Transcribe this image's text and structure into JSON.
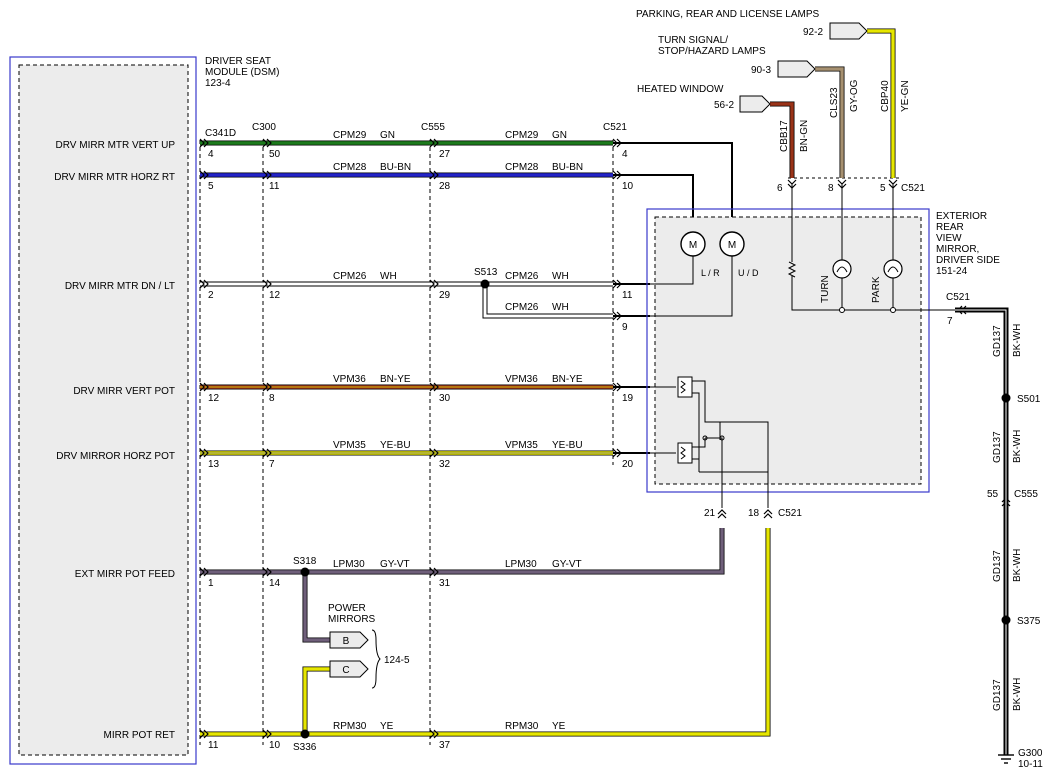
{
  "dsm": {
    "title_line1": "DRIVER SEAT",
    "title_line2": "MODULE (DSM)",
    "ref": "123-4",
    "pins": [
      {
        "label": "DRV MIRR MTR VERT UP",
        "c341d_pin": "4",
        "c300_pin": "50"
      },
      {
        "label": "DRV MIRR MTR HORZ RT",
        "c341d_pin": "5",
        "c300_pin": "11"
      },
      {
        "label": "DRV MIRR MTR DN / LT",
        "c341d_pin": "2",
        "c300_pin": "12"
      },
      {
        "label": "DRV MIRR VERT POT",
        "c341d_pin": "12",
        "c300_pin": "8"
      },
      {
        "label": "DRV MIRROR HORZ POT",
        "c341d_pin": "13",
        "c300_pin": "7"
      },
      {
        "label": "EXT MIRR POT FEED",
        "c341d_pin": "1",
        "c300_pin": "14"
      },
      {
        "label": "MIRR POT RET",
        "c341d_pin": "11",
        "c300_pin": "10"
      }
    ]
  },
  "connectors": {
    "c341d": "C341D",
    "c300": "C300",
    "c555": "C555",
    "c521": "C521",
    "g300": "G300",
    "g300_ref": "10-11"
  },
  "circuits": {
    "cpm29": "CPM29",
    "cpm29_color": "GN",
    "cpm29_c555_pin": "27",
    "cpm29_c521_pin": "4",
    "cpm28": "CPM28",
    "cpm28_color": "BU-BN",
    "cpm28_c555_pin": "28",
    "cpm28_c521_pin": "10",
    "cpm26": "CPM26",
    "cpm26_color": "WH",
    "cpm26_c555_pin": "29",
    "cpm26_c521_pin_a": "11",
    "cpm26_c521_pin_b": "9",
    "vpm36": "VPM36",
    "vpm36_color": "BN-YE",
    "vpm36_c555_pin": "30",
    "vpm36_c521_pin": "19",
    "vpm35": "VPM35",
    "vpm35_color": "YE-BU",
    "vpm35_c555_pin": "32",
    "vpm35_c521_pin": "20",
    "lpm30": "LPM30",
    "lpm30_color": "GY-VT",
    "lpm30_c555_pin": "31",
    "rpm30": "RPM30",
    "rpm30_color": "YE",
    "rpm30_c555_pin": "37",
    "c521_pot_feed_pin": "21",
    "c521_pot_ret_pin": "18"
  },
  "splices": {
    "s513": "S513",
    "s318": "S318",
    "s336": "S336",
    "s501": "S501",
    "s375": "S375"
  },
  "power_mirrors": {
    "line1": "POWER",
    "line2": "MIRRORS",
    "b": "B",
    "c": "C",
    "ref": "124-5"
  },
  "lamps": {
    "parking": {
      "label": "PARKING, REAR AND LICENSE LAMPS",
      "ref": "92-2",
      "circuit": "CBP40",
      "color": "YE-GN",
      "pin": "5"
    },
    "turn": {
      "label_line1": "TURN SIGNAL/",
      "label_line2": "STOP/HAZARD LAMPS",
      "ref": "90-3",
      "circuit": "CLS23",
      "color": "GY-OG",
      "pin": "8"
    },
    "heated": {
      "label": "HEATED WINDOW",
      "ref": "56-2",
      "circuit": "CBB17",
      "color": "BN-GN",
      "pin": "6"
    }
  },
  "mirror": {
    "title_lines": [
      "EXTERIOR",
      "REAR",
      "VIEW",
      "MIRROR,",
      "DRIVER SIDE"
    ],
    "ref": "151-24",
    "motor_symbol": "M",
    "motor_lr_label": "L / R",
    "motor_ud_label": "U / D",
    "turn_label": "TURN",
    "park_label": "PARK",
    "ground_pin": "7"
  },
  "ground": {
    "circuit": "GD137",
    "color": "BK-WH",
    "c555_pin": "55"
  },
  "colors": {
    "green": "#1c7a1c",
    "blue": "#2323c8",
    "brown": "#9a3318",
    "yellow": "#e6e600",
    "gray_violet": "#6f5f7a",
    "gray_orange": "#a69070",
    "frame_blue": "#3a3acc",
    "module_fill": "#ececec"
  }
}
